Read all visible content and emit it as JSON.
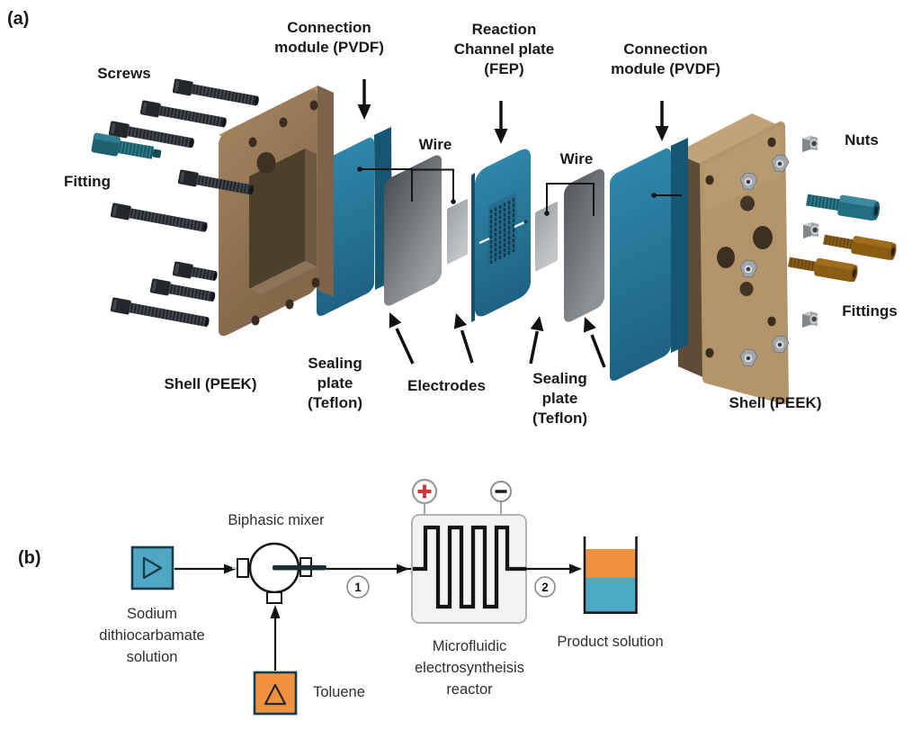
{
  "figure": {
    "panel_a": {
      "tag": "(a)",
      "labels": {
        "screws": "Screws",
        "fitting": "Fitting",
        "connection_module_left": "Connection\nmodule (PVDF)",
        "reaction_channel_plate": "Reaction\nChannel plate\n(FEP)",
        "connection_module_right": "Connection\nmodule (PVDF)",
        "wire_left": "Wire",
        "wire_right": "Wire",
        "nuts": "Nuts",
        "fittings": "Fittings",
        "shell_left": "Shell (PEEK)",
        "sealing_plate_left": "Sealing\nplate\n(Teflon)",
        "electrodes": "Electrodes",
        "sealing_plate_right": "Sealing\nplate\n(Teflon)",
        "shell_right": "Shell (PEEK)"
      }
    },
    "panel_b": {
      "tag": "(b)",
      "labels": {
        "mixer": "Biphasic mixer",
        "feed_a": "Sodium\ndithiocarbamate\nsolution",
        "feed_b": "Toluene",
        "reactor": "Microfluidic\nelectrosyntheisis\nreactor",
        "product": "Product solution"
      },
      "flow_markers": {
        "step1": "1",
        "step2": "2"
      },
      "terminals": {
        "positive": "+",
        "negative": "−"
      }
    },
    "colors": {
      "module_teal": "#2a7c9e",
      "module_teal_top": "#4fa8c6",
      "module_teal_side": "#175672",
      "shell_brown": "#96795a",
      "shell_tan": "#b3946b",
      "sealing_gray": "#6b7075",
      "electrode_gray": "#b0b4b7",
      "screw_black": "#26292d",
      "pump_teal": "#4fa7c5",
      "toluene_orange": "#f0923d",
      "product_orange": "#f09140",
      "product_teal": "#4ba9c5",
      "plus_red": "#cc393d",
      "line_black": "#141414"
    }
  }
}
